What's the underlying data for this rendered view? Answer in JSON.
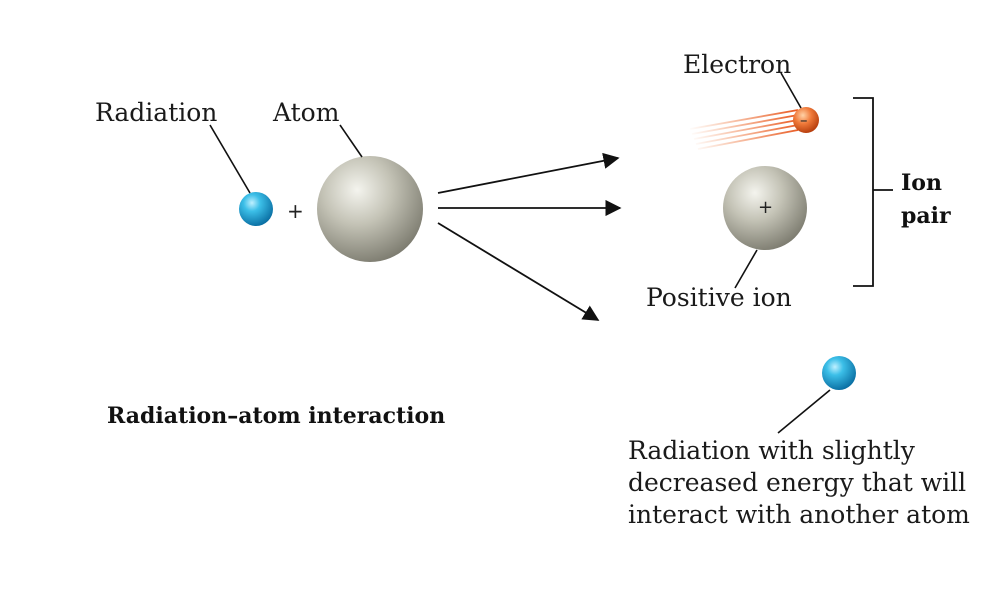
{
  "labels": {
    "radiation": "Radiation",
    "atom": "Atom",
    "electron": "Electron",
    "positive_ion": "Positive ion",
    "ion_pair_line1": "Ion",
    "ion_pair_line2": "pair",
    "title": "Radiation–atom interaction",
    "result_line1": "Radiation with slightly",
    "result_line2": "decreased energy that will",
    "result_line3": "interact with another atom"
  },
  "signs": {
    "plus_between": "+",
    "ion_charge": "+",
    "electron_charge": "–"
  },
  "colors": {
    "radiation_blue": "#1aa3d9",
    "radiation_trail": "#3cc0e6",
    "electron_orange": "#e8561e",
    "electron_trail": "#f07a3a",
    "atom_gray": "#b8b7a8",
    "line_color": "#111111"
  }
}
